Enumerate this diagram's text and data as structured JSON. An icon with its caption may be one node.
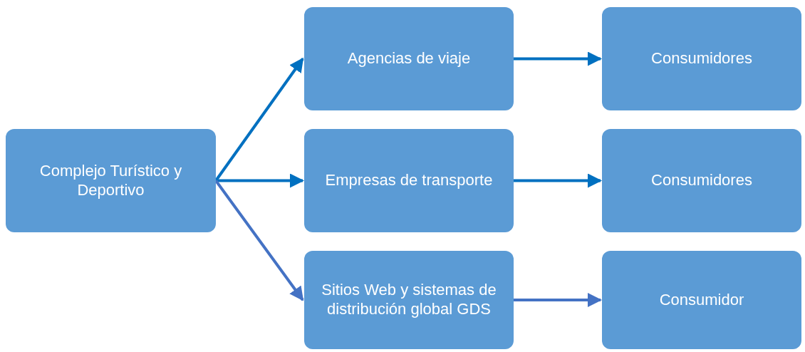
{
  "diagram": {
    "nodes": [
      {
        "text": [
          "Complejo Turístico y Deportivo"
        ]
      },
      {
        "text": [
          "Agencias de viaje"
        ]
      },
      {
        "text": [
          "Empresas de transporte"
        ]
      },
      {
        "text": [
          "Sitios Web y sistemas de distribución global GDS"
        ]
      },
      {
        "text": [
          "Consumidores"
        ]
      },
      {
        "text": [
          "Consumidores"
        ]
      },
      {
        "text": [
          "Consumidor"
        ]
      }
    ],
    "edges": [
      {
        "from": 0,
        "to": 1,
        "arrow": "to"
      },
      {
        "from": 0,
        "to": 2,
        "arrow": "to"
      },
      {
        "from": 0,
        "to": 3,
        "arrow": "to",
        "color": "#4472c4"
      },
      {
        "from": 1,
        "to": 4,
        "arrow": "to"
      },
      {
        "from": 2,
        "to": 5,
        "arrow": "to"
      },
      {
        "from": 3,
        "to": 6,
        "arrow": "to",
        "color": "#4472c4"
      }
    ]
  }
}
